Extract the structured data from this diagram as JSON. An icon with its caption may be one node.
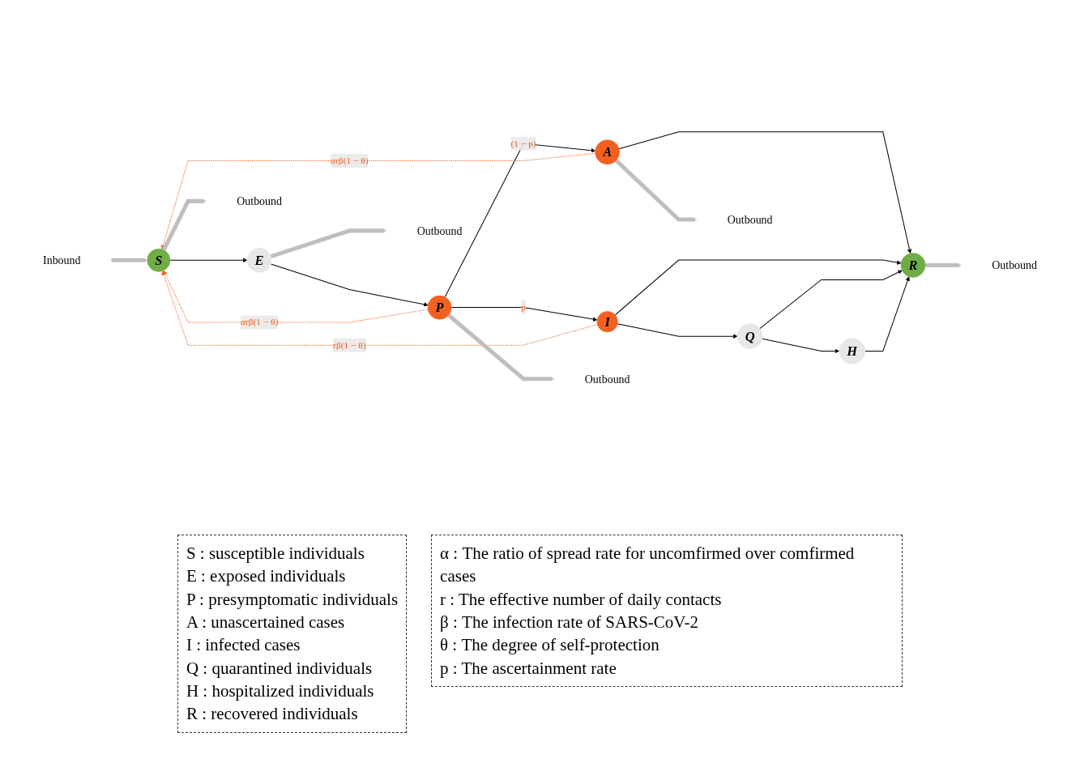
{
  "diagram": {
    "nodes": [
      {
        "text": [
          "S"
        ]
      },
      {
        "text": [
          "E"
        ]
      },
      {
        "text": [
          "P"
        ]
      },
      {
        "text": [
          "A"
        ]
      },
      {
        "text": [
          "I"
        ]
      },
      {
        "text": [
          "Q"
        ]
      },
      {
        "text": [
          "H"
        ]
      },
      {
        "text": [
          "R"
        ]
      },
      {
        "text": [
          "Outbound"
        ]
      },
      {
        "text": [
          "Inbound"
        ]
      },
      {
        "text": [
          "Outbound"
        ]
      },
      {
        "text": [
          "Outbound"
        ]
      },
      {
        "text": [
          "Outbound"
        ]
      },
      {
        "text": [
          "Outbound"
        ]
      }
    ],
    "edges": [
      {
        "from": 0,
        "to": 1,
        "arrow": "to"
      },
      {
        "from": 1,
        "to": 2,
        "arrow": "to"
      },
      {
        "from": 2,
        "to": 3,
        "arrow": "to",
        "label": "(1 − p)"
      },
      {
        "from": 2,
        "to": 4,
        "arrow": "to",
        "label": "p"
      },
      {
        "from": 3,
        "to": 7,
        "arrow": "to"
      },
      {
        "from": 4,
        "to": 7,
        "arrow": "to"
      },
      {
        "from": 4,
        "to": 5,
        "arrow": "to"
      },
      {
        "from": 5,
        "to": 7,
        "arrow": "to"
      },
      {
        "from": 5,
        "to": 6,
        "arrow": "to"
      },
      {
        "from": 6,
        "to": 7,
        "arrow": "to"
      },
      {
        "from": 3,
        "to": 0,
        "arrow": "to",
        "label": "αrβ(1 − θ)",
        "style": "dashed",
        "color": "#f26122"
      },
      {
        "from": 2,
        "to": 0,
        "arrow": "to",
        "label": "αrβ(1 − θ)",
        "style": "dashed",
        "color": "#f26122"
      },
      {
        "from": 4,
        "to": 0,
        "arrow": "to",
        "label": "rβ(1 − θ)",
        "style": "dashed",
        "color": "#f26122"
      },
      {
        "from": 0,
        "to": 8,
        "arrow": "to",
        "style": "thick",
        "color": "#bfbfbf"
      },
      {
        "from": 9,
        "to": 0,
        "arrow": "to",
        "style": "thick",
        "color": "#bfbfbf"
      },
      {
        "from": 1,
        "to": 10,
        "arrow": "to",
        "style": "thick",
        "color": "#bfbfbf"
      },
      {
        "from": 2,
        "to": 11,
        "arrow": "to",
        "style": "thick",
        "color": "#bfbfbf"
      },
      {
        "from": 3,
        "to": 12,
        "arrow": "to",
        "style": "thick",
        "color": "#bfbfbf"
      },
      {
        "from": 7,
        "to": 13,
        "arrow": "to",
        "style": "thick",
        "color": "#bfbfbf"
      }
    ],
    "labels": [
      "S : susceptible individuals",
      "E : exposed individuals",
      "P : presymptomatic individuals",
      "A : unascertained cases",
      "I : infected cases",
      "Q : quarantined individuals",
      "H : hospitalized individuals",
      "R : recovered individuals",
      "α : The ratio of spread rate for uncomfirmed over comfirmed cases",
      "r : The effective number of daily contacts",
      "β : The infection rate of SARS-CoV-2",
      "θ : The degree of self-protection",
      "p : The ascertainment rate"
    ]
  }
}
